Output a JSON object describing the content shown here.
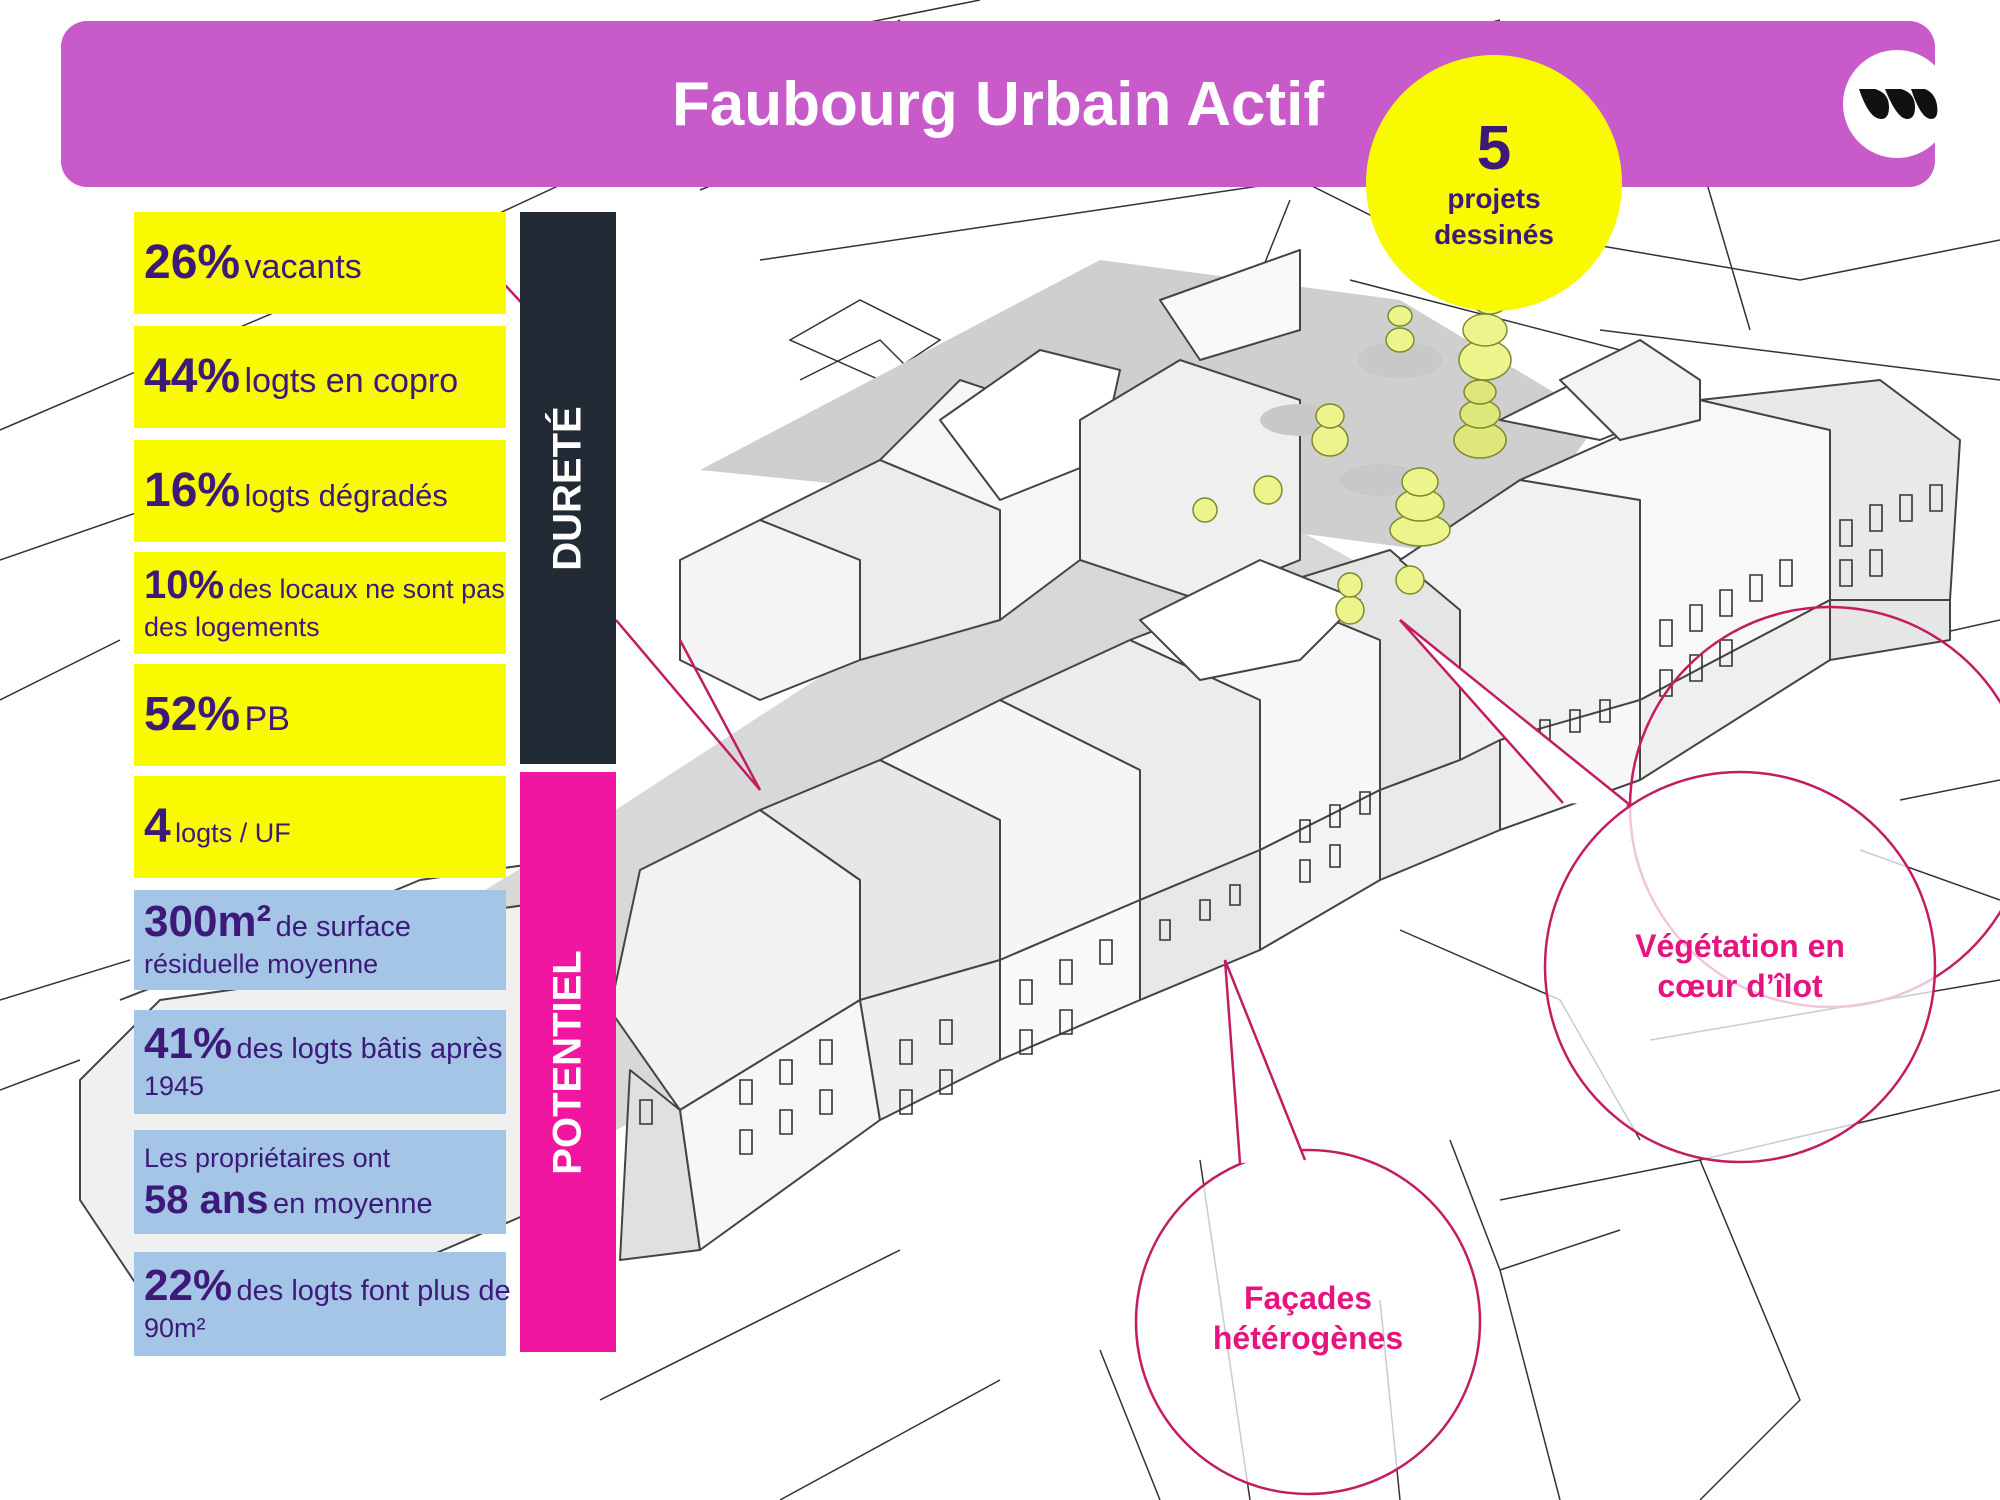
{
  "title": "Faubourg Urbain Actif",
  "badge": {
    "number": "5",
    "line1": "projets",
    "line2": "dessinés"
  },
  "stats": [
    {
      "value": "26%",
      "text": "vacants"
    },
    {
      "value": "44%",
      "text": "logts en copro"
    },
    {
      "value": "16%",
      "text": "logts dégradés"
    },
    {
      "value": "10%",
      "text1": "des locaux ne sont pas",
      "text2": "des logements"
    },
    {
      "value": "52%",
      "text": "PB"
    },
    {
      "value": "4",
      "text": "logts / UF"
    },
    {
      "value": "300m²",
      "text1": "de surface",
      "text2": "résiduelle moyenne"
    },
    {
      "value": "41%",
      "text1": "des logts bâtis après",
      "text2": "1945"
    },
    {
      "pre": "Les propriétaires ont",
      "value": "58 ans",
      "text": "en moyenne"
    },
    {
      "value": "22%",
      "text1": "des logts font plus de",
      "text2": "90m²"
    }
  ],
  "bars": {
    "durete": "DURETÉ",
    "potentiel": "POTENTIEL"
  },
  "callouts": {
    "vegetation": {
      "line1": "Végétation en",
      "line2": "cœur d’îlot"
    },
    "facades": {
      "line1": "Façades",
      "line2": "hétérogènes"
    }
  },
  "colors": {
    "title_bar": "#c85bc9",
    "badge": "#f9f900",
    "stat_yellow": "#f9f900",
    "stat_blue": "#a5c5e6",
    "stat_text": "#3d1a7a",
    "durete_bar": "#222a36",
    "potentiel_bar": "#f0169f",
    "callout": "#c21d63",
    "callout_text": "#e5147f",
    "tree": "#eef48c"
  }
}
